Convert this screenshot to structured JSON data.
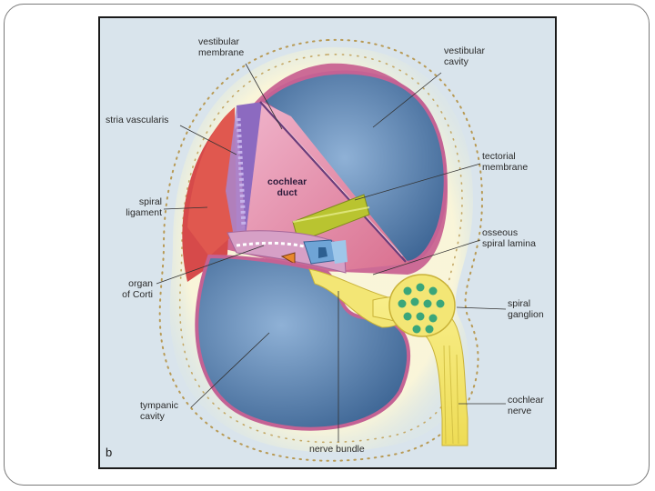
{
  "figure": {
    "panel_letter": "b",
    "labels": {
      "vestibular_membrane": "vestibular\nmembrane",
      "vestibular_cavity": "vestibular\ncavity",
      "stria_vascularis": "stria vascularis",
      "cochlear_duct": "cochlear\nduct",
      "tectorial_membrane": "tectorial\nmembrane",
      "spiral_ligament": "spiral\nligament",
      "osseous_spiral_lamina": "osseous\nspiral lamina",
      "organ_of_corti": "organ\nof Corti",
      "spiral_ganglion": "spiral\nganglion",
      "tympanic_cavity": "tympanic\ncavity",
      "cochlear_nerve": "cochlear\nnerve",
      "nerve_bundle": "nerve bundle"
    },
    "colors": {
      "cavity_blue": "#5f86b5",
      "ligament_red": "#d94a4a",
      "stria_purple": "#8f6fbf",
      "duct_pink": "#e79ab8",
      "nerve_yellow": "#f2e36a",
      "ganglion_green": "#3aa67a",
      "bone_halo": "#f7f2cf"
    }
  }
}
